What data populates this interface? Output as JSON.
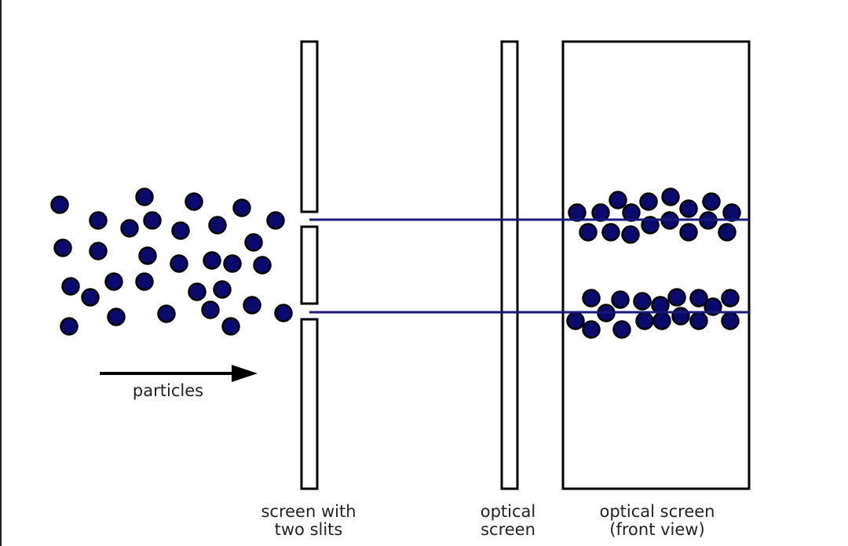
{
  "labels": {
    "particles": "particles",
    "slit_screen_line1": "screen with",
    "slit_screen_line2": "two slits",
    "optical_screen_line1": "optical",
    "optical_screen_line2": "screen",
    "front_view_line1": "optical screen",
    "front_view_line2": "(front view)"
  },
  "colors": {
    "particle_fill": "#0a0a6e",
    "particle_stroke": "#000000",
    "beam": "#1a1a7a",
    "outline": "#000000"
  },
  "icons": {
    "arrow": "right-arrow-icon"
  }
}
